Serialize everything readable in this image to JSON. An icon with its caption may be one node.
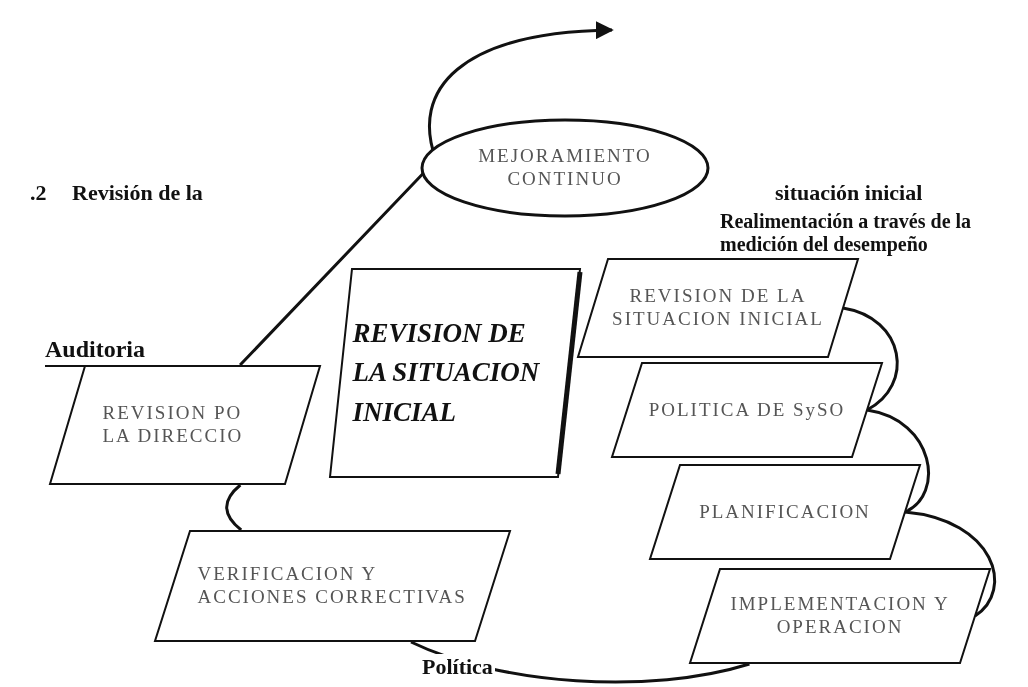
{
  "diagram": {
    "nodes": [
      {
        "text": [
          "MEJORAMIENTO CONTINUO"
        ]
      },
      {
        "text": [
          "REVISION PO LA DIRECCIO"
        ]
      },
      {
        "text": [
          "REVISION DE LA SITUACION INICIAL"
        ]
      },
      {
        "text": [
          "REVISION DE LA SITUACION INICIAL"
        ]
      },
      {
        "text": [
          "POLITICA DE SySO"
        ]
      },
      {
        "text": [
          "PLANIFICACION"
        ]
      },
      {
        "text": [
          "IMPLEMENTACION Y OPERACION"
        ]
      },
      {
        "text": [
          "VERIFICACION Y ACCIONES CORRECTIVAS"
        ]
      }
    ],
    "edges": [
      {
        "from": 1,
        "to": null,
        "arrow": "to"
      },
      {
        "from": 3,
        "to": 4,
        "arrow": "none"
      },
      {
        "from": 4,
        "to": 5,
        "arrow": "none"
      },
      {
        "from": 5,
        "to": 6,
        "arrow": "none"
      },
      {
        "from": 6,
        "to": 7,
        "arrow": "none",
        "label": "Política"
      },
      {
        "from": 7,
        "to": 1,
        "arrow": "none"
      }
    ],
    "labels": [
      ".2",
      "Revisión de la",
      "situación inicial",
      "Auditoria",
      "Realimentación a través de la medición del desempeño"
    ]
  }
}
